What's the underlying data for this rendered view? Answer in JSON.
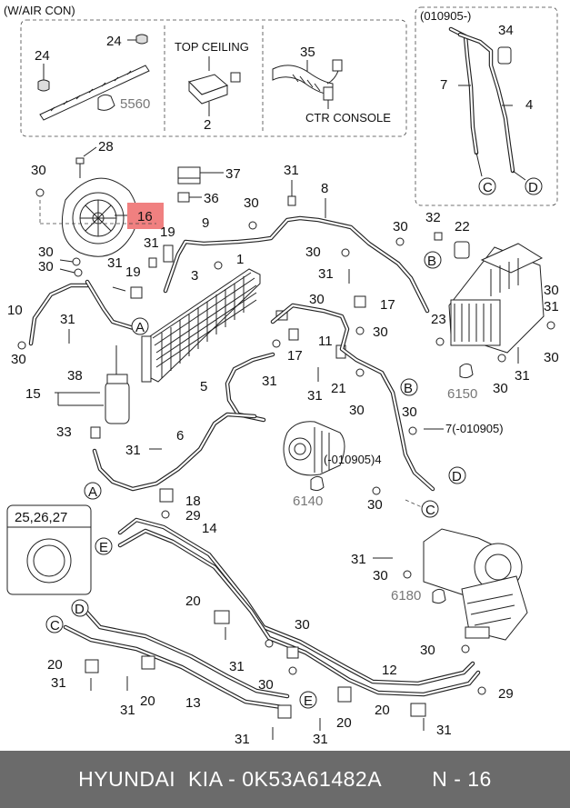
{
  "header": {
    "variant_note": "(W/AIR CON)",
    "inset_date": "(010905-)",
    "top_ceiling": "TOP CEILING",
    "ctr_console": "CTR CONSOLE"
  },
  "highlight": {
    "label": "16",
    "color": "#f08080"
  },
  "callouts": {
    "c24a": "24",
    "c24b": "24",
    "c5560": "5560",
    "c2": "2",
    "c35": "35",
    "c34": "34",
    "c7a": "7",
    "c4a": "4",
    "cC1": "C",
    "cD1": "D",
    "c28": "28",
    "c30a": "30",
    "c37": "37",
    "c36": "36",
    "c31a": "31",
    "c8": "8",
    "c30b": "30",
    "c9": "9",
    "c32": "32",
    "c22": "22",
    "c30c": "30",
    "c31b": "31",
    "c19a": "19",
    "c31c": "31",
    "c1": "1",
    "c30d": "30",
    "cB1": "B",
    "c31d": "31",
    "c30e": "30",
    "c30f": "30",
    "c31e": "31",
    "c19b": "19",
    "c3": "3",
    "c17a": "17",
    "c30g": "30",
    "c10": "10",
    "cA1": "A",
    "c11": "11",
    "c30h": "30",
    "c23": "23",
    "c30i": "30",
    "c31f": "31",
    "c30j": "30",
    "c17b": "17",
    "c30k": "30",
    "c30l": "30",
    "c38": "38",
    "c31g": "31",
    "c31h": "31",
    "c21": "21",
    "cB2": "B",
    "c6150": "6150",
    "c30m": "30",
    "c31i": "31",
    "c15": "15",
    "c5": "5",
    "c30n": "30",
    "c7b": "7(-010905)",
    "c33": "33",
    "c6": "6",
    "c31j": "31",
    "c4b": "(-010905)4",
    "cD2": "D",
    "c6140": "6140",
    "cA2": "A",
    "c18": "18",
    "c30o": "30",
    "c29a": "29",
    "cC2": "C",
    "c252627": "25,26,27",
    "c14": "14",
    "cE1": "E",
    "c31k": "31",
    "c30p": "30",
    "c6180": "6180",
    "cD3": "D",
    "c20a": "20",
    "cC3": "C",
    "c30q": "30",
    "c31l": "31",
    "c30r": "30",
    "c20b": "20",
    "c31m": "31",
    "c31n": "31",
    "c20c": "20",
    "c13": "13",
    "c30s": "30",
    "c12": "12",
    "c29b": "29",
    "cE2": "E",
    "c31o": "31",
    "c20d": "20",
    "c20e": "20",
    "c31p": "31",
    "c31q": "31"
  },
  "footer": {
    "brand": "HYUNDAI  KIA - 0K53A61482A",
    "page": "N - 16"
  }
}
